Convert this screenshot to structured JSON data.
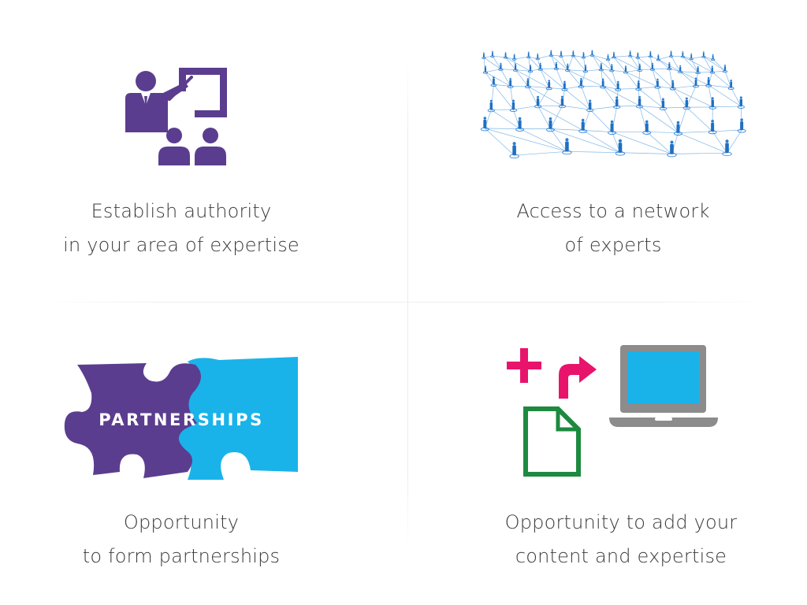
{
  "features": [
    {
      "id": "authority",
      "icon": "presentation-icon",
      "lines": [
        "Establish authority",
        "in your area of expertise"
      ],
      "color": "#5b3d8f"
    },
    {
      "id": "network",
      "icon": "people-network-icon",
      "lines": [
        "Access to a network",
        "of experts"
      ],
      "color": "#2a7fd4"
    },
    {
      "id": "partnerships",
      "icon": "puzzle-pieces-icon",
      "badge_text": "PARTNERSHIPS",
      "lines": [
        "Opportunity",
        "to form partnerships"
      ],
      "colors": [
        "#5b3d8f",
        "#19b3ea"
      ]
    },
    {
      "id": "content",
      "icon": "add-content-laptop-icon",
      "lines": [
        "Opportunity to add your",
        "content and expertise"
      ],
      "colors": [
        "#e8146c",
        "#1e8a3f",
        "#8c8c8c",
        "#19b3ea"
      ]
    }
  ]
}
